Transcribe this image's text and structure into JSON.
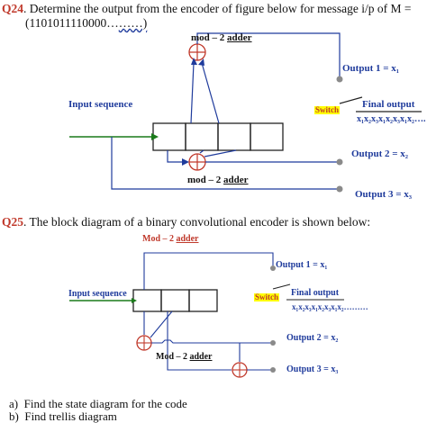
{
  "q24": {
    "number": "Q24",
    "text_line1": ". Determine the output from the encoder of figure below for message i/p of M =",
    "text_line2_value": "(1101011110000…",
    "text_line2_tail": "……)",
    "diagram": {
      "top_adder_label": "mod – 2 ",
      "top_adder_label_ul": "adder",
      "bottom_adder_label": "mod – 2 ",
      "bottom_adder_label_ul": "adder",
      "input_label": "Input sequence",
      "switch_label": "Switch",
      "final_output_label": "Final output",
      "final_output_seq": "x₁x₂x₃x₁x₂x₃x₁x₂….",
      "output1": "Output 1 = x₁",
      "output2": "Output 2 = x₂",
      "output3": "Output 3 = x₃"
    }
  },
  "q25": {
    "number": "Q25",
    "text": ". The block diagram of a binary convolutional encoder is shown below:",
    "diagram": {
      "top_label": "Mod – 2 ",
      "top_label_ul": "adder",
      "bottom_adder_label": "Mod – 2 ",
      "bottom_adder_label_ul": "adder",
      "input_label": "Input sequence",
      "switch_label": "Switch",
      "final_output_label": "Final output",
      "final_output_seq": "x₁x₂x₃x₁x₂x₃x₁x₂………",
      "output1": "Output 1 = x₁",
      "output2": "Output 2 = x₂",
      "output3": "Output 3 = x₃"
    }
  },
  "tasks": [
    {
      "marker": "a)",
      "text": "Find the state diagram for the code"
    },
    {
      "marker": "b)",
      "text": "Find trellis diagram"
    }
  ],
  "colors": {
    "question_number": "#c0392b",
    "diagram_lines": "#1f3b9c",
    "switch_highlight": "#ffff00",
    "tap_dot": "#8a8a8a"
  }
}
